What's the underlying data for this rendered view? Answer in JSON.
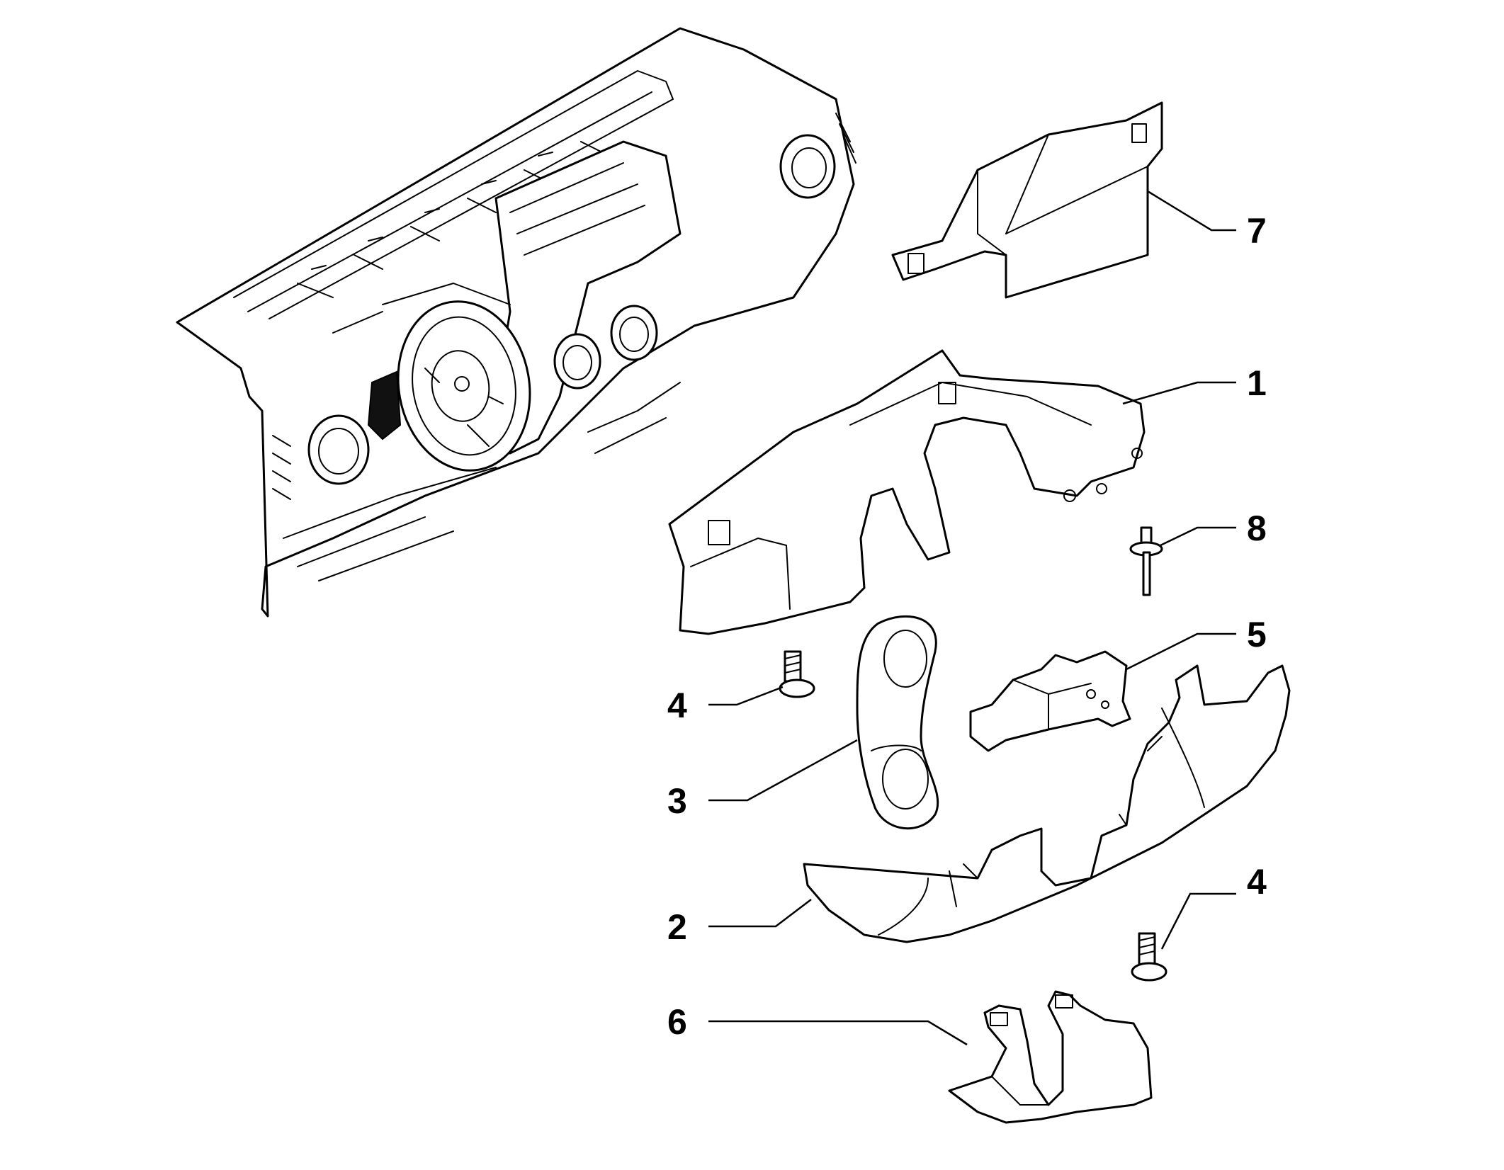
{
  "callouts": [
    {
      "id": "c7",
      "label": "7",
      "part": "upper-column-cover"
    },
    {
      "id": "c1",
      "label": "1",
      "part": "column-shroud-upper"
    },
    {
      "id": "c8",
      "label": "8",
      "part": "push-pin-clip"
    },
    {
      "id": "c5",
      "label": "5",
      "part": "mounting-bracket"
    },
    {
      "id": "c4a",
      "label": "4",
      "part": "screw"
    },
    {
      "id": "c3",
      "label": "3",
      "part": "instrument-bezel"
    },
    {
      "id": "c2",
      "label": "2",
      "part": "lower-dash-panel"
    },
    {
      "id": "c4b",
      "label": "4",
      "part": "screw"
    },
    {
      "id": "c6",
      "label": "6",
      "part": "column-lower-cover"
    }
  ],
  "colors": {
    "line": "#000000",
    "fill": "#ffffff",
    "background": "#ffffff"
  }
}
